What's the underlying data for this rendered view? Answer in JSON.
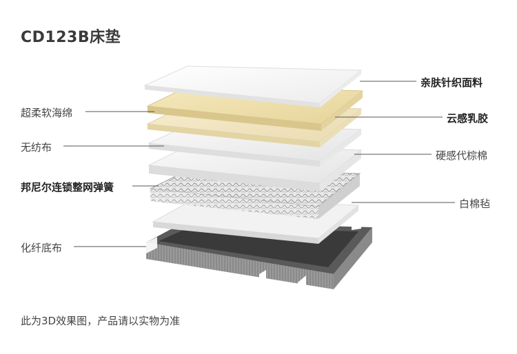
{
  "title": "CD123B床垫",
  "footnote": "此为3D效果图，产品请以实物为准",
  "layers_left": [
    {
      "label": "超柔软海绵",
      "emphasis": false
    },
    {
      "label": "无纺布",
      "emphasis": false
    },
    {
      "label": "邦尼尔连锁整网弹簧",
      "emphasis": true
    },
    {
      "label": "化纤底布",
      "emphasis": false
    }
  ],
  "layers_right": [
    {
      "label": "亲肤针织面料",
      "emphasis": true
    },
    {
      "label": "云感乳胶",
      "emphasis": true
    },
    {
      "label": "硬感代棕棉",
      "emphasis": false
    },
    {
      "label": "白棉毡",
      "emphasis": false
    }
  ],
  "colors": {
    "fabric": "#f7f7f7",
    "latex": "#efe2b0",
    "spring": "#cfcfcf",
    "base_frame": "#6e6e6e",
    "base_fill": "#333333"
  }
}
